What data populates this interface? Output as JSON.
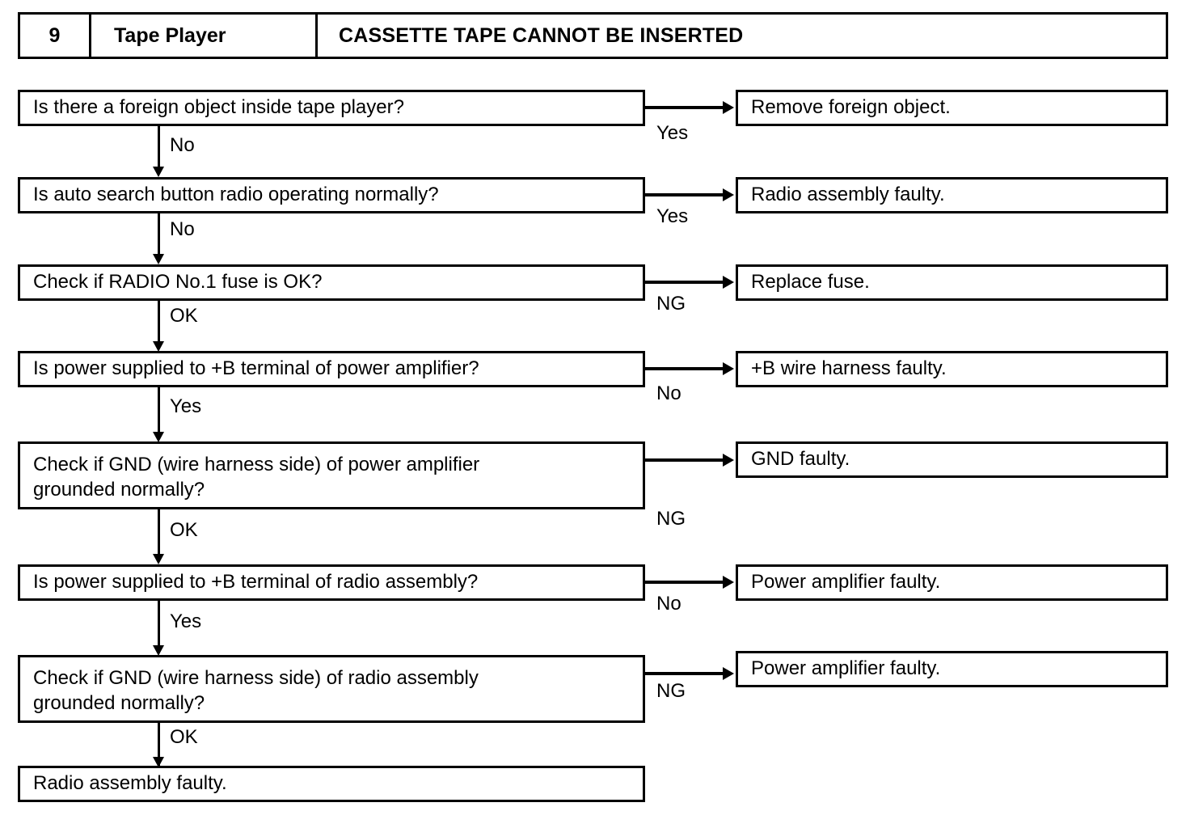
{
  "header": {
    "number": "9",
    "system": "Tape Player",
    "symptom": "CASSETTE TAPE CANNOT BE INSERTED"
  },
  "flowchart": {
    "type": "troubleshooting-flowchart",
    "steps": [
      {
        "question": "Is there a foreign object inside tape player?",
        "branch_label": "Yes",
        "result": "Remove foreign object.",
        "continue_label": "No"
      },
      {
        "question": "Is auto search button radio operating normally?",
        "branch_label": "Yes",
        "result": "Radio assembly faulty.",
        "continue_label": "No"
      },
      {
        "question": "Check if RADIO No.1 fuse is OK?",
        "branch_label": "NG",
        "result": "Replace fuse.",
        "continue_label": "OK"
      },
      {
        "question": "Is power supplied to +B terminal of power amplifier?",
        "branch_label": "No",
        "result": "+B wire harness faulty.",
        "continue_label": "Yes"
      },
      {
        "question": "Check if GND (wire harness side) of power amplifier\ngrounded normally?",
        "branch_label": "NG",
        "result": "GND faulty.",
        "continue_label": "OK"
      },
      {
        "question": "Is power supplied to +B terminal of radio assembly?",
        "branch_label": "No",
        "result": "Power amplifier faulty.",
        "continue_label": "Yes"
      },
      {
        "question": "Check if GND (wire harness side) of radio assembly\ngrounded normally?",
        "branch_label": "NG",
        "result": "Power amplifier faulty.",
        "continue_label": "OK"
      }
    ],
    "terminal": "Radio assembly faulty."
  }
}
